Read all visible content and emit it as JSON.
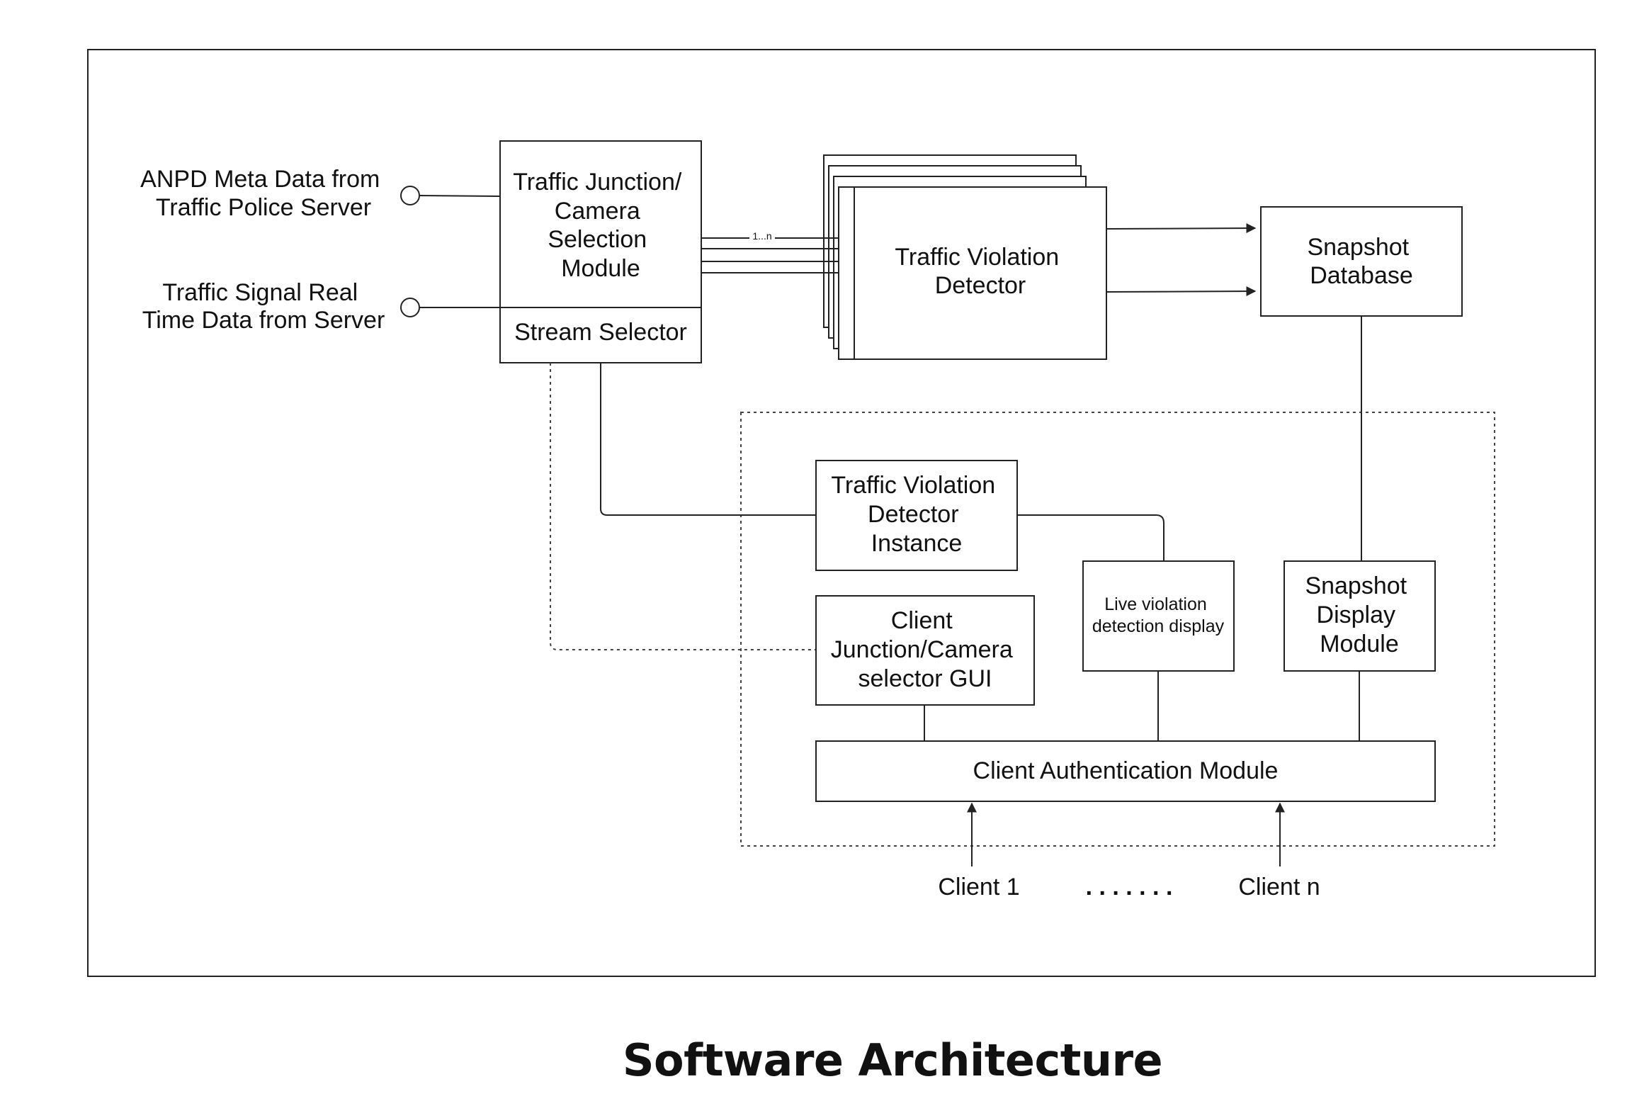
{
  "inputs": {
    "anpd": [
      "ANPD Meta Data from",
      "Traffic Police Server"
    ],
    "signal": [
      "Traffic Signal Real",
      "Time Data from Server"
    ]
  },
  "modules": {
    "junction_selection": [
      "Traffic Junction/",
      "Camera",
      "Selection",
      "Module"
    ],
    "stream_selector": "Stream Selector",
    "violation_detector": [
      "Traffic Violation",
      "Detector"
    ],
    "snapshot_database": [
      "Snapshot",
      "Database"
    ],
    "violation_instance": [
      "Traffic Violation",
      "Detector",
      "Instance"
    ],
    "client_selector_gui": [
      "Client",
      "Junction/Camera",
      "selector GUI"
    ],
    "live_display": [
      "Live violation",
      "detection display"
    ],
    "snapshot_display": [
      "Snapshot",
      "Display",
      "Module"
    ],
    "client_auth": "Client Authentication Module"
  },
  "multiplicity_label": "1...n",
  "clients": {
    "first": "Client 1",
    "ellipsis": ". . . . . . .",
    "last": "Client n"
  },
  "caption": "Software Architecture",
  "colors": {
    "line": "#222222",
    "background": "#ffffff"
  }
}
